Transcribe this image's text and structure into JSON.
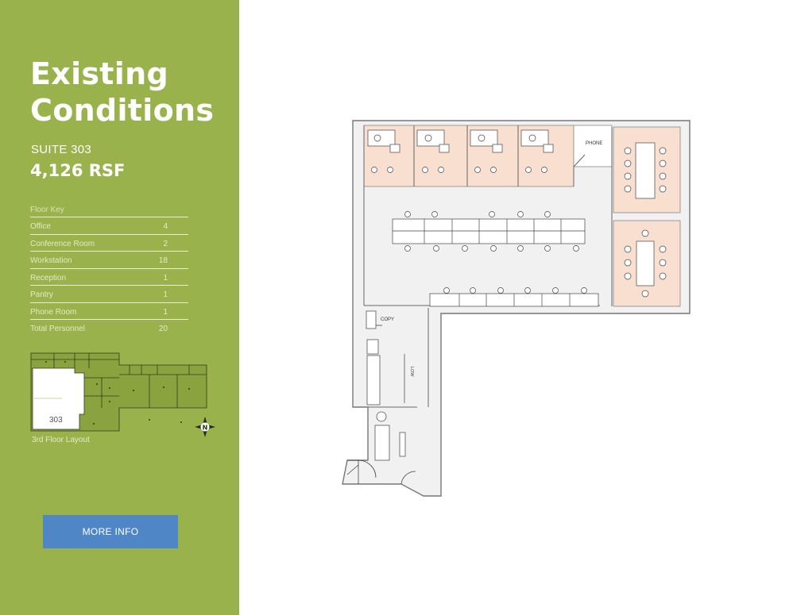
{
  "sidebar": {
    "title_line1": "Existing",
    "title_line2": "Conditions",
    "suite": "SUITE 303",
    "rsf": "4,126 RSF",
    "floor_key": {
      "heading": "Floor Key",
      "rows": [
        {
          "label": "Office",
          "count": "4"
        },
        {
          "label": "Conference Room",
          "count": "2"
        },
        {
          "label": "Workstation",
          "count": "18"
        },
        {
          "label": "Reception",
          "count": "1"
        },
        {
          "label": "Pantry",
          "count": "1"
        },
        {
          "label": "Phone Room",
          "count": "1"
        },
        {
          "label": "Total Personnel",
          "count": "20"
        }
      ]
    },
    "minimap": {
      "suite_label": "303",
      "caption": "3rd Floor Layout",
      "compass_letter": "N"
    },
    "more_info_label": "MORE INFO"
  },
  "floorplan": {
    "labels": {
      "phone": "PHONE",
      "copy": "COPY",
      "low": "LOW"
    }
  },
  "colors": {
    "sidebar_green": "#99b24c",
    "button_blue": "#4f86c6",
    "office_fill": "#f8dfcf",
    "floor_fill": "#f1f1f1"
  },
  "icons": [
    "compass-icon"
  ]
}
